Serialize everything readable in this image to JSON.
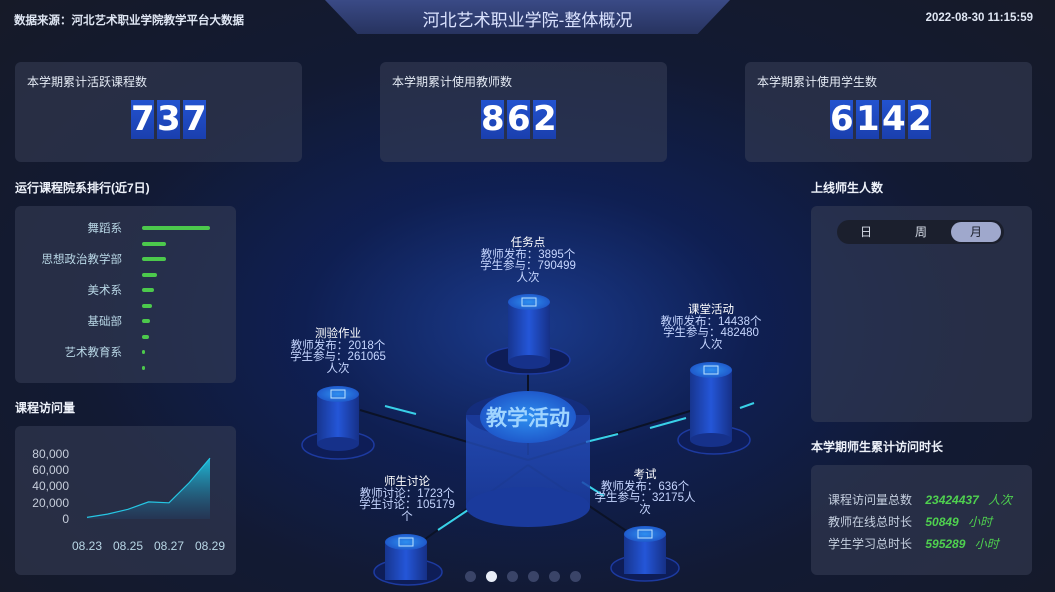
{
  "header": {
    "source": "数据来源：河北艺术职业学院教学平台大数据",
    "title": "河北艺术职业学院-整体概况",
    "datetime": "2022-08-30 11:15:59"
  },
  "stats": [
    {
      "label": "本学期累计活跃课程数",
      "digits": [
        "7",
        "3",
        "7"
      ]
    },
    {
      "label": "本学期累计使用教师数",
      "digits": [
        "8",
        "6",
        "2"
      ]
    },
    {
      "label": "本学期累计使用学生数",
      "digits": [
        "6",
        "1",
        "4",
        "2"
      ]
    }
  ],
  "ranking": {
    "title": "运行课程院系排行(近7日)",
    "labels": [
      "舞蹈系",
      "思想政治教学部",
      "美术系",
      "基础部",
      "艺术教育系"
    ],
    "bar_fractions": [
      1.0,
      0.35,
      0.35,
      0.22,
      0.18,
      0.15,
      0.12,
      0.1,
      0.05,
      0.04
    ]
  },
  "visits": {
    "title": "课程访问量",
    "y_ticks": [
      "80,000",
      "60,000",
      "40,000",
      "20,000",
      "0"
    ],
    "x_ticks": [
      "08.23",
      "08.25",
      "08.27",
      "08.29"
    ]
  },
  "chart_data": {
    "type": "area",
    "x": [
      "08.23",
      "08.24",
      "08.25",
      "08.26",
      "08.27",
      "08.28",
      "08.29"
    ],
    "values": [
      2000,
      6000,
      12000,
      21000,
      20000,
      45000,
      75000
    ],
    "ylim": [
      0,
      80000
    ],
    "grid": false
  },
  "center": {
    "title": "教学活动",
    "nodes": [
      {
        "name": "任务点",
        "line1": "教师发布：3895个",
        "line2": "学生参与：790499",
        "line3": "人次"
      },
      {
        "name": "课堂活动",
        "line1": "教师发布：14438个",
        "line2": "学生参与：482480",
        "line3": "人次"
      },
      {
        "name": "测验作业",
        "line1": "教师发布：2018个",
        "line2": "学生参与：261065",
        "line3": "人次"
      },
      {
        "name": "师生讨论",
        "line1": "教师讨论：1723个",
        "line2": "学生讨论：105179",
        "line3": "个"
      },
      {
        "name": "考试",
        "line1": "教师发布：636个",
        "line2": "学生参与：32175人",
        "line3": "次"
      }
    ],
    "carousel_count": 6,
    "carousel_active": 1
  },
  "online": {
    "title": "上线师生人数",
    "tabs": [
      "日",
      "周",
      "月"
    ],
    "active_tab": "月"
  },
  "duration": {
    "title": "本学期师生累计访问时长",
    "rows": [
      {
        "label": "课程访问量总数",
        "value": "23424437",
        "unit": "人次"
      },
      {
        "label": "教师在线总时长",
        "value": "50849",
        "unit": "小时"
      },
      {
        "label": "学生学习总时长",
        "value": "595289",
        "unit": "小时"
      }
    ]
  },
  "colors": {
    "digit_bg": "#1f4ac4",
    "bar": "#4cc94c",
    "value_green": "#4fd14f",
    "accent": "#2a6bf2"
  }
}
